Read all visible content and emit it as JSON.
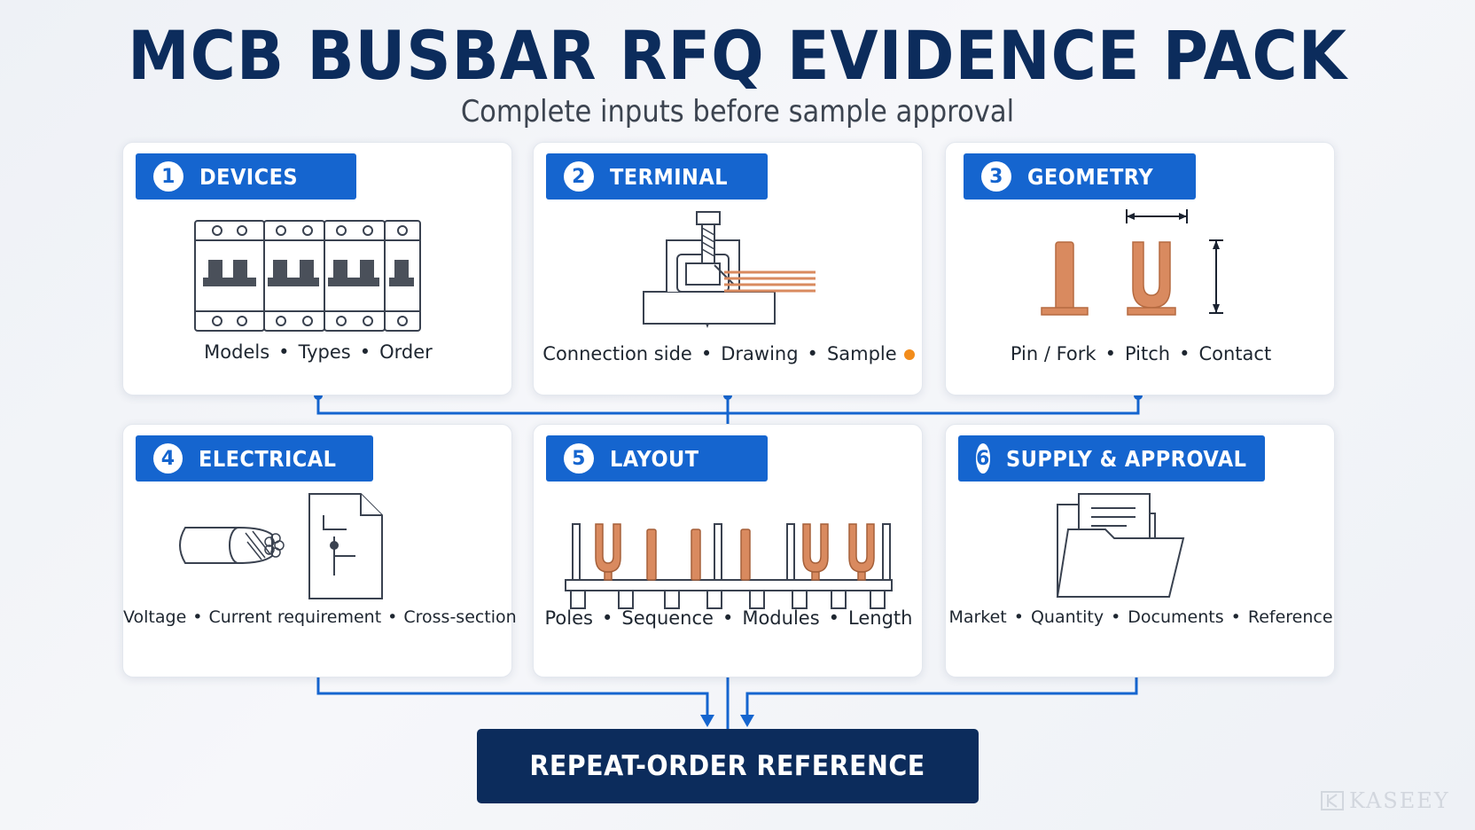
{
  "header": {
    "title": "MCB BUSBAR RFQ EVIDENCE PACK",
    "subtitle": "Complete inputs before sample approval"
  },
  "cards": [
    {
      "number": "1",
      "label": "DEVICES",
      "items": [
        "Models",
        "Types",
        "Order"
      ],
      "icon": "mcb-breakers-icon"
    },
    {
      "number": "2",
      "label": "TERMINAL",
      "items": [
        "Connection side",
        "Drawing",
        "Sample"
      ],
      "icon": "terminal-clamp-icon",
      "status_dot": "#f28c1b"
    },
    {
      "number": "3",
      "label": "GEOMETRY",
      "items": [
        "Pin / Fork",
        "Pitch",
        "Contact"
      ],
      "icon": "pin-fork-icon"
    },
    {
      "number": "4",
      "label": "ELECTRICAL",
      "items": [
        "Voltage",
        "Current requirement",
        "Cross-section"
      ],
      "icon": "cable-document-icon"
    },
    {
      "number": "5",
      "label": "LAYOUT",
      "items": [
        "Poles",
        "Sequence",
        "Modules",
        "Length"
      ],
      "icon": "busbar-layout-icon"
    },
    {
      "number": "6",
      "label": "SUPPLY & APPROVAL",
      "items": [
        "Market",
        "Quantity",
        "Documents",
        "Reference"
      ],
      "icon": "folder-documents-icon"
    }
  ],
  "final": {
    "label": "REPEAT-ORDER REFERENCE"
  },
  "watermark": {
    "text": "KASEEY"
  },
  "colors": {
    "navy": "#0c2c5c",
    "accent_blue": "#1565cf",
    "copper": "#d98a5f",
    "status_orange": "#f28c1b",
    "background": "#f2f4f8"
  }
}
